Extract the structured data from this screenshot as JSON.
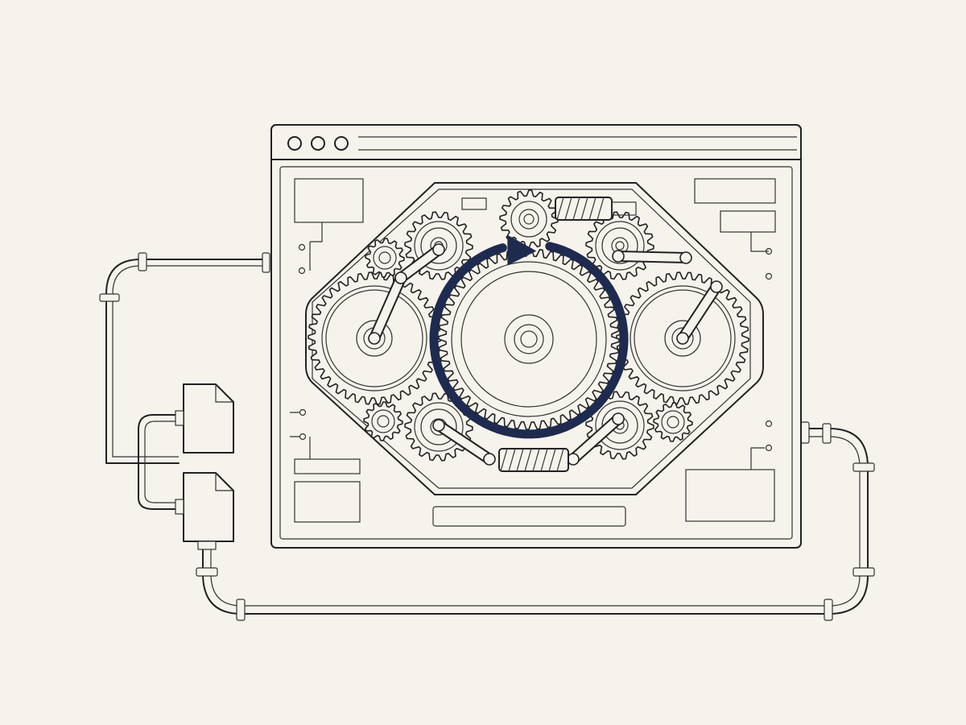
{
  "scene": {
    "colors": {
      "background": "#f6f3ec",
      "line": "#222222",
      "accent": "#1f2a4f"
    },
    "window": {
      "controls": [
        "circle",
        "circle",
        "circle"
      ]
    },
    "icons": {
      "files": [
        "file-icon",
        "file-icon"
      ],
      "gears": "gear-icon",
      "cycle_arrow": "cycle-arrow-icon"
    }
  }
}
